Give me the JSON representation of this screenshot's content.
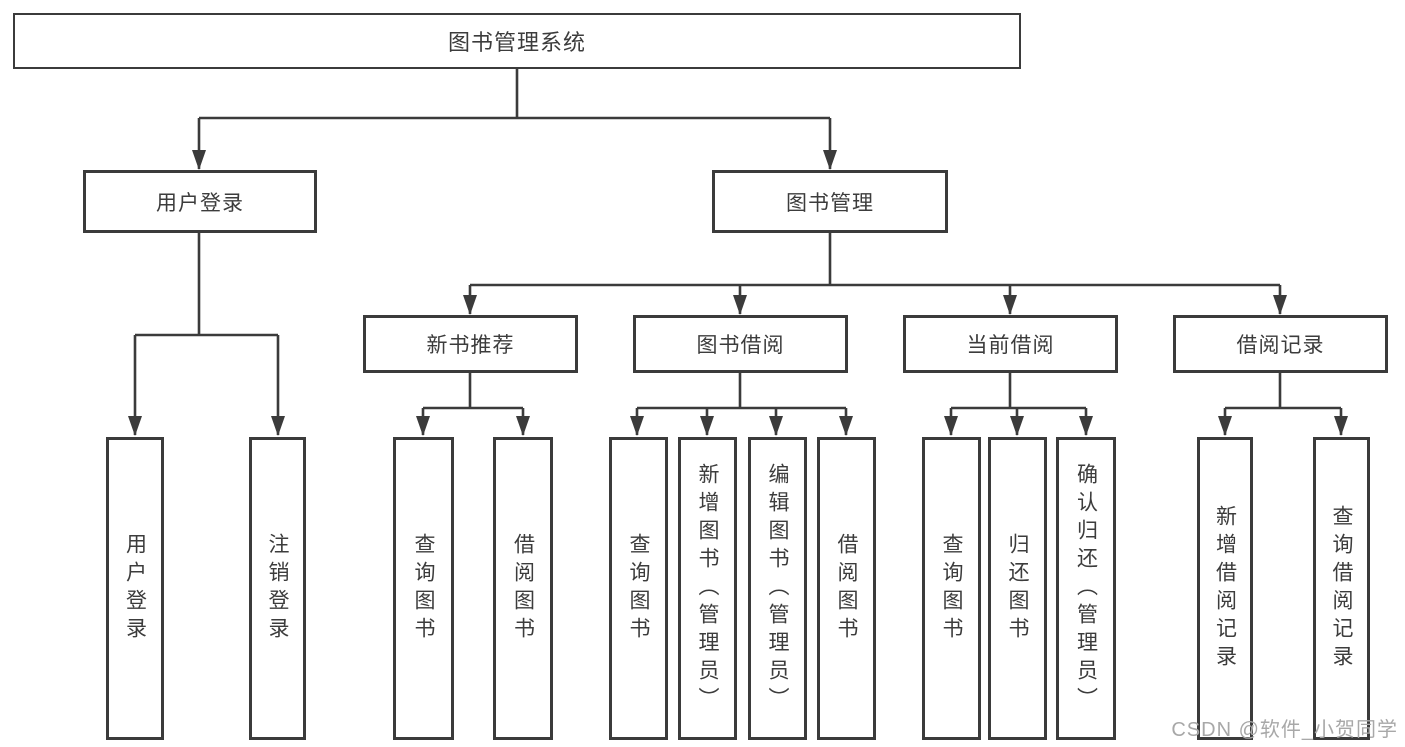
{
  "diagram": {
    "type": "hierarchy-tree",
    "title": "图书管理系统",
    "colors": {
      "line": "#3b3b3b",
      "box_border": "#3b3b3b",
      "text": "#3c3c3c",
      "watermark": "#a8a8a8",
      "background": "#ffffff"
    }
  },
  "nodes": {
    "root": {
      "label": "图书管理系统"
    },
    "level2": [
      {
        "label": "用户登录"
      },
      {
        "label": "图书管理"
      }
    ],
    "level3": [
      {
        "label": "新书推荐"
      },
      {
        "label": "图书借阅"
      },
      {
        "label": "当前借阅"
      },
      {
        "label": "借阅记录"
      }
    ],
    "leaves": [
      {
        "parent": "用户登录",
        "label": "用户登录"
      },
      {
        "parent": "用户登录",
        "label": "注销登录"
      },
      {
        "parent": "新书推荐",
        "label": "查询图书"
      },
      {
        "parent": "新书推荐",
        "label": "借阅图书"
      },
      {
        "parent": "图书借阅",
        "label": "查询图书"
      },
      {
        "parent": "图书借阅",
        "label": "新增图书（管理员）"
      },
      {
        "parent": "图书借阅",
        "label": "编辑图书（管理员）"
      },
      {
        "parent": "图书借阅",
        "label": "借阅图书"
      },
      {
        "parent": "当前借阅",
        "label": "查询图书"
      },
      {
        "parent": "当前借阅",
        "label": "归还图书"
      },
      {
        "parent": "当前借阅",
        "label": "确认归还（管理员）"
      },
      {
        "parent": "借阅记录",
        "label": "新增借阅记录"
      },
      {
        "parent": "借阅记录",
        "label": "查询借阅记录"
      }
    ]
  },
  "watermark": {
    "text": "CSDN @软件_小贺同学"
  }
}
